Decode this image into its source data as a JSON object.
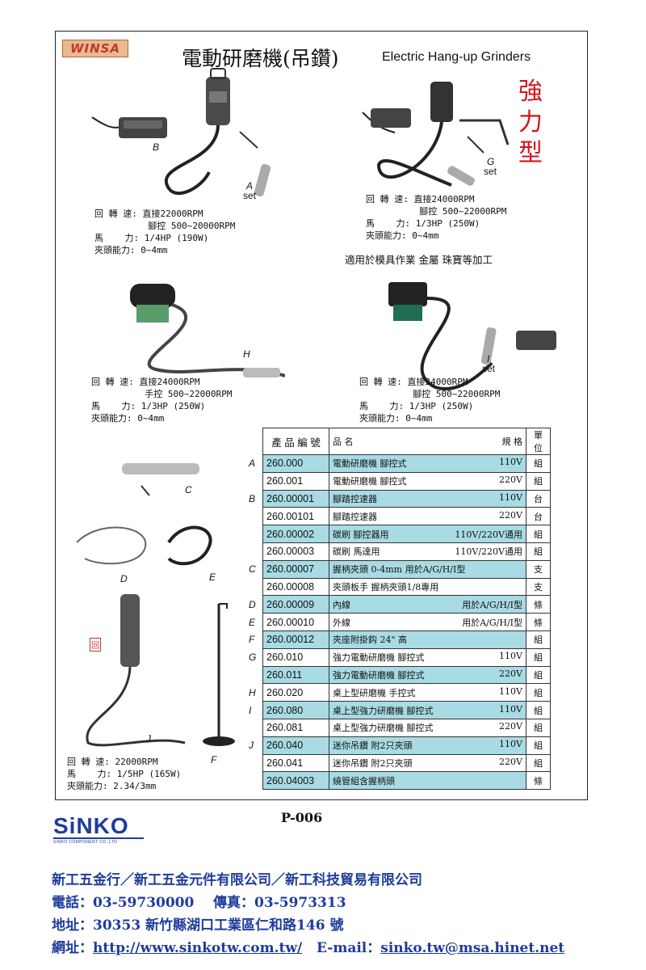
{
  "header": {
    "logo": "WINSA",
    "title_zh": "電動研磨機(吊鑽)",
    "title_en": "Electric Hang-up Grinders",
    "strong_text": "強力型"
  },
  "labels": {
    "A": "A",
    "A_set": "set",
    "B": "B",
    "C": "C",
    "D": "D",
    "E": "E",
    "F": "F",
    "G": "G",
    "G_set": "set",
    "H": "H",
    "I": "I",
    "I_set": "set",
    "J": "J",
    "tag": "回"
  },
  "specs": {
    "A": "回 轉 速: 直接22000RPM\n          腳控 500~20000RPM\n馬    力: 1/4HP (190W)\n夾頭能力: 0~4mm",
    "G": "回 轉 速: 直接24000RPM\n          腳控 500~22000RPM\n馬    力: 1/3HP (250W)\n夾頭能力: 0~4mm",
    "H": "回 轉 速: 直接24000RPM\n          手控 500~22000RPM\n馬    力: 1/3HP (250W)\n夾頭能力: 0~4mm",
    "I": "回 轉 速: 直接24000RPM\n          腳控 500~22000RPM\n馬    力: 1/3HP (250W)\n夾頭能力: 0~4mm",
    "J": "回 轉 速: 22000RPM\n馬    力: 1/5HP (165W)\n夾頭能力: 2.34/3mm"
  },
  "note": "適用於模具作業 金屬 珠寶等加工",
  "table": {
    "headers": {
      "code": "產 品 編 號",
      "name": "品    名",
      "spec": "規    格",
      "unit": "單位"
    },
    "rows": [
      {
        "group": "A",
        "code": "260.000",
        "name": "電動研磨機 腳控式",
        "spec": "110V",
        "unit": "組",
        "hl": true
      },
      {
        "group": "",
        "code": "260.001",
        "name": "電動研磨機 腳控式",
        "spec": "220V",
        "unit": "組",
        "hl": false
      },
      {
        "group": "B",
        "code": "260.00001",
        "name": "腳踏控速器",
        "spec": "110V",
        "unit": "台",
        "hl": true
      },
      {
        "group": "",
        "code": "260.00101",
        "name": "腳踏控速器",
        "spec": "220V",
        "unit": "台",
        "hl": false
      },
      {
        "group": "",
        "code": "260.00002",
        "name": "碳刷 腳控器用",
        "spec": "110V/220V通用",
        "unit": "組",
        "hl": true
      },
      {
        "group": "",
        "code": "260.00003",
        "name": "碳刷 馬達用",
        "spec": "110V/220V通用",
        "unit": "組",
        "hl": false
      },
      {
        "group": "C",
        "code": "260.00007",
        "name": "握柄夾頭 0-4mm 用於A/G/H/I型",
        "spec": "",
        "unit": "支",
        "hl": true
      },
      {
        "group": "",
        "code": "260.00008",
        "name": "夾頭板手 握柄夾頭1/8專用",
        "spec": "",
        "unit": "支",
        "hl": false
      },
      {
        "group": "D",
        "code": "260.00009",
        "name": "內線",
        "spec": "用於A/G/H/I型",
        "unit": "條",
        "hl": true
      },
      {
        "group": "E",
        "code": "260.00010",
        "name": "外線",
        "spec": "用於A/G/H/I型",
        "unit": "條",
        "hl": false
      },
      {
        "group": "F",
        "code": "260.00012",
        "name": "夾座附掛鈎 24\" 高",
        "spec": "",
        "unit": "組",
        "hl": true
      },
      {
        "group": "G",
        "code": "260.010",
        "name": "強力電動研磨機   腳控式",
        "spec": "110V",
        "unit": "組",
        "hl": false
      },
      {
        "group": "",
        "code": "260.011",
        "name": "強力電動研磨機   腳控式",
        "spec": "220V",
        "unit": "組",
        "hl": true
      },
      {
        "group": "H",
        "code": "260.020",
        "name": "桌上型研磨機     手控式",
        "spec": "110V",
        "unit": "組",
        "hl": false
      },
      {
        "group": "I",
        "code": "260.080",
        "name": "桌上型強力研磨機 腳控式",
        "spec": "110V",
        "unit": "組",
        "hl": true
      },
      {
        "group": "",
        "code": "260.081",
        "name": "桌上型強力研磨機 腳控式",
        "spec": "220V",
        "unit": "組",
        "hl": false
      },
      {
        "group": "J",
        "code": "260.040",
        "name": "迷你吊鑽 附2只夾頭",
        "spec": "110V",
        "unit": "組",
        "hl": true
      },
      {
        "group": "",
        "code": "260.041",
        "name": "迷你吊鑽 附2只夾頭",
        "spec": "220V",
        "unit": "組",
        "hl": false
      },
      {
        "group": "",
        "code": "260.04003",
        "name": "繞管組含握柄頭",
        "spec": "",
        "unit": "條",
        "hl": true
      }
    ]
  },
  "footer": {
    "page_no": "P-006",
    "brand": "SiNKO",
    "brand_sub": "SINKO COMPONENT CO.,LTD",
    "company": "新工五金行／新工五金元件有限公司／新工科技貿易有限公司",
    "phone_label": "電話：",
    "phone": "03-59730000",
    "fax_label": "傳真：",
    "fax": "03-5973313",
    "address_label": "地址：",
    "address": "30353 新竹縣湖口工業區仁和路146 號",
    "web_label": "網址：",
    "web": "http://www.sinkotw.com.tw/",
    "email_label": "E-mail：",
    "email": "sinko.tw@msa.hinet.net"
  },
  "colors": {
    "highlight": "#a8dbe4",
    "brand_blue": "#1f3c9c",
    "strong_red": "#d4141a"
  }
}
